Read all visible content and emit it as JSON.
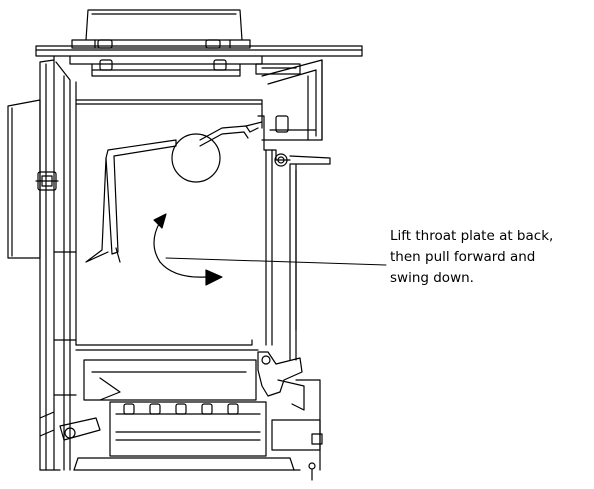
{
  "annotation": {
    "lines": [
      "Lift throat plate at back,",
      "then pull forward and",
      "swing down."
    ]
  },
  "colors": {
    "line": "#000000",
    "background": "#ffffff"
  }
}
